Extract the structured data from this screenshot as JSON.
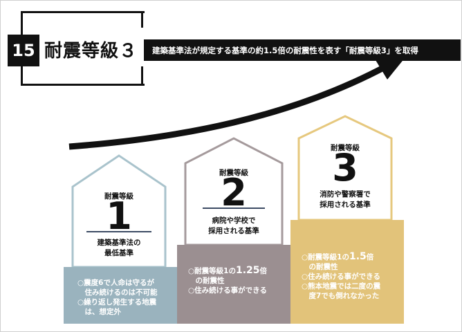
{
  "header": {
    "number": "15",
    "title": "耐震等級３",
    "banner": "建築基準法が規定する基準の約1.5倍の耐震性を表す「耐震等級3」を取得"
  },
  "levels": [
    {
      "label": "耐震等級",
      "number": "1",
      "description": [
        "建築基準法の",
        "最低基準"
      ],
      "bullets": [
        "○震度6で人命は守るが",
        "　住み続けるのは不可能",
        "○繰り返し発生する地震",
        "　は、想定外"
      ],
      "color": "#9ab3be"
    },
    {
      "label": "耐震等級",
      "number": "2",
      "description": [
        "病院や学校で",
        "採用される基準"
      ],
      "bullets_rich": {
        "prefix": "○耐震等級1の",
        "value": "1.25",
        "suffix": "倍"
      },
      "bullets": [
        "　の耐震性",
        "○住み続ける事ができる"
      ],
      "color": "#9b8f91"
    },
    {
      "label": "耐震等級",
      "number": "3",
      "description": [
        "消防や警察署で",
        "採用される基準"
      ],
      "bullets_rich": {
        "prefix": "○耐震等級1の",
        "value": "1.5",
        "suffix": "倍"
      },
      "bullets": [
        "　の耐震性",
        "○住み続ける事ができる",
        "○熊本地震では二度の震",
        "　度7でも倒れなかった"
      ],
      "color": "#e2c37a"
    }
  ],
  "colors": {
    "house_outline_1": "#a9c3cc",
    "house_outline_2": "#a59a9c",
    "house_outline_3": "#e6c87e",
    "black": "#111111"
  },
  "icons": [
    "rising-arrow-icon"
  ]
}
